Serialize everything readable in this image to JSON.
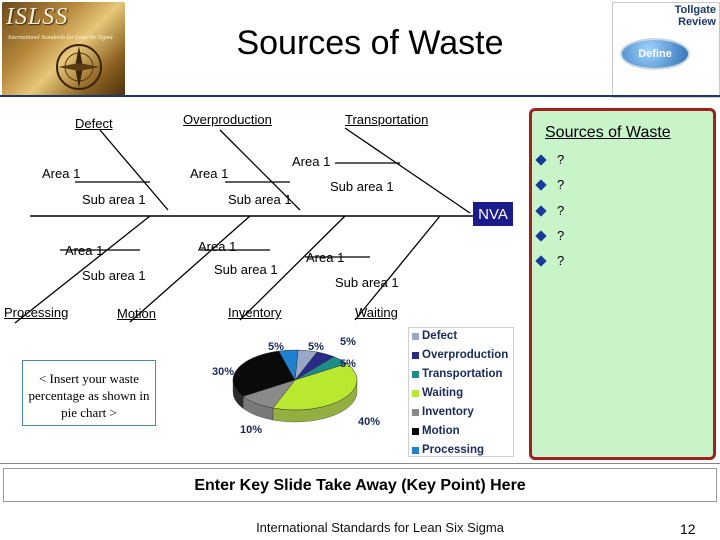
{
  "header": {
    "logo_text": "ISLSS",
    "logo_subtitle": "International Standards for Lean Six Sigma",
    "title": "Sources of Waste",
    "badge_title": "Tollgate\nReview",
    "badge_button": "Define"
  },
  "fishbone": {
    "top_categories": [
      "Defect",
      "Overproduction",
      "Transportation"
    ],
    "bottom_categories": [
      "Processing",
      "Motion",
      "Inventory",
      "Waiting"
    ],
    "area_label": "Area 1",
    "sub_area_label": "Sub area 1",
    "head_label": "NVA"
  },
  "sources": {
    "title": "Sources of Waste",
    "bullets": [
      "?",
      "?",
      "?",
      "?",
      "?"
    ]
  },
  "insert_note": "< Insert your waste percentage as shown in pie chart >",
  "chart_data": {
    "type": "pie",
    "categories": [
      "Defect",
      "Overproduction",
      "Transportation",
      "Waiting",
      "Inventory",
      "Motion",
      "Processing"
    ],
    "values": [
      5,
      5,
      5,
      40,
      10,
      30,
      5
    ],
    "value_labels": [
      "5%",
      "5%",
      "5%",
      "40%",
      "10%",
      "30%",
      "5%"
    ],
    "colors": [
      "#9aa8c8",
      "#2a2a88",
      "#1f8c8c",
      "#b8e830",
      "#8a8a8a",
      "#0a0a0a",
      "#1f7fd0"
    ],
    "legend_position": "right"
  },
  "key_point": "Enter Key Slide Take Away (Key Point) Here",
  "footer": "International Standards for Lean Six Sigma",
  "page_number": "12",
  "colors": {
    "nva_fill": "#1b1b8a",
    "panel_fill": "#c9f3c9",
    "panel_border": "#a02020",
    "bullet": "#1a3a9a"
  }
}
